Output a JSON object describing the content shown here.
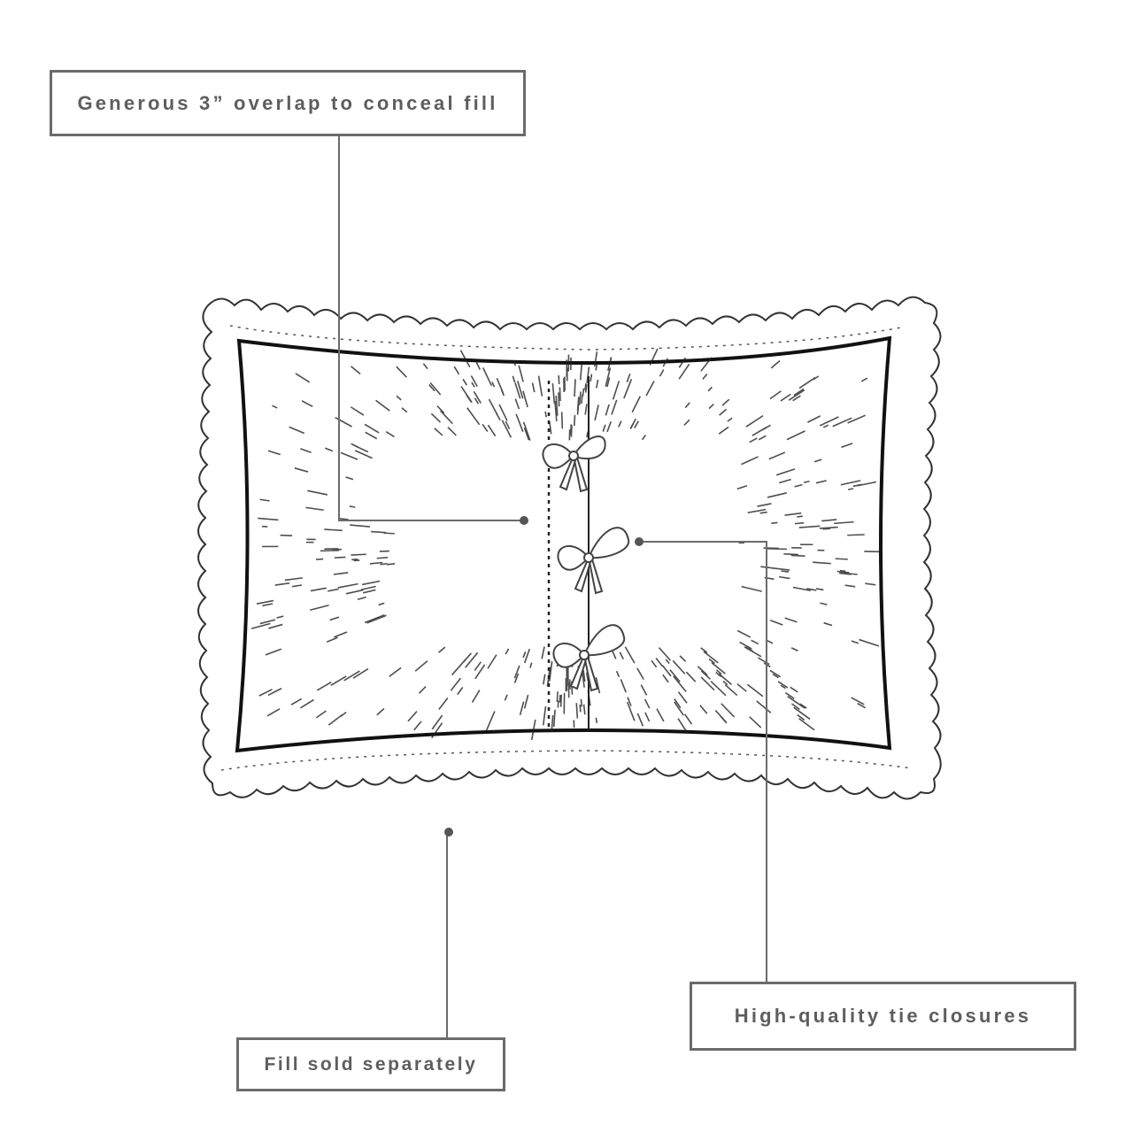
{
  "callouts": {
    "overlap": "Generous 3” overlap to conceal  fill",
    "ties": "High-quality tie closures",
    "fill": "Fill sold separately"
  },
  "colors": {
    "line": "#6b6b6b",
    "text": "#5e5e5e",
    "ink": "#1a1a1a"
  }
}
